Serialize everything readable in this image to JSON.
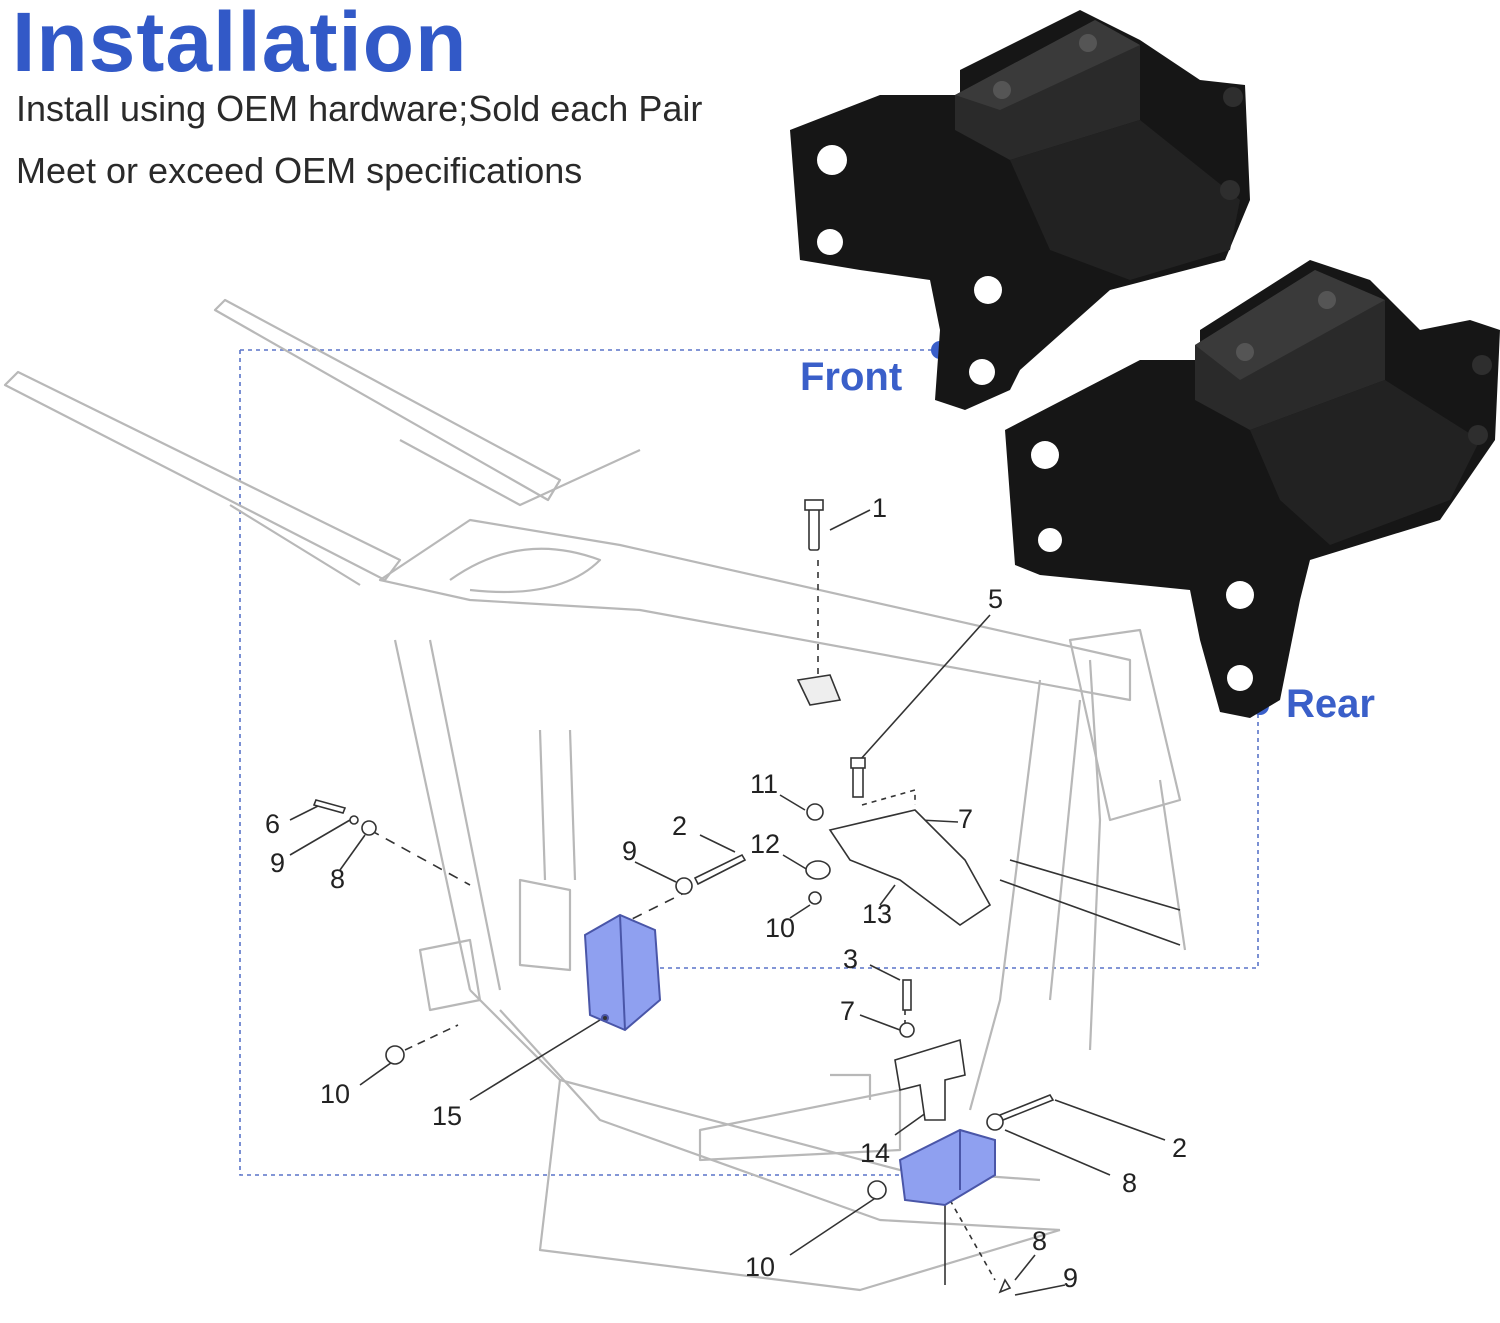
{
  "header": {
    "title": "Installation",
    "line1": "Install using OEM hardware;Sold each Pair",
    "line2": "Meet or exceed OEM specifications"
  },
  "products": {
    "front_label": "Front",
    "rear_label": "Rear"
  },
  "callouts": [
    "1",
    "5",
    "11",
    "7",
    "12",
    "2",
    "9",
    "13",
    "10",
    "6",
    "9",
    "8",
    "3",
    "7",
    "10",
    "15",
    "14",
    "2",
    "8",
    "10",
    "8",
    "9"
  ],
  "colors": {
    "title": "#3259c7",
    "label": "#3a5fc9",
    "highlight": "#8fa0f0",
    "mount": "#141414"
  }
}
